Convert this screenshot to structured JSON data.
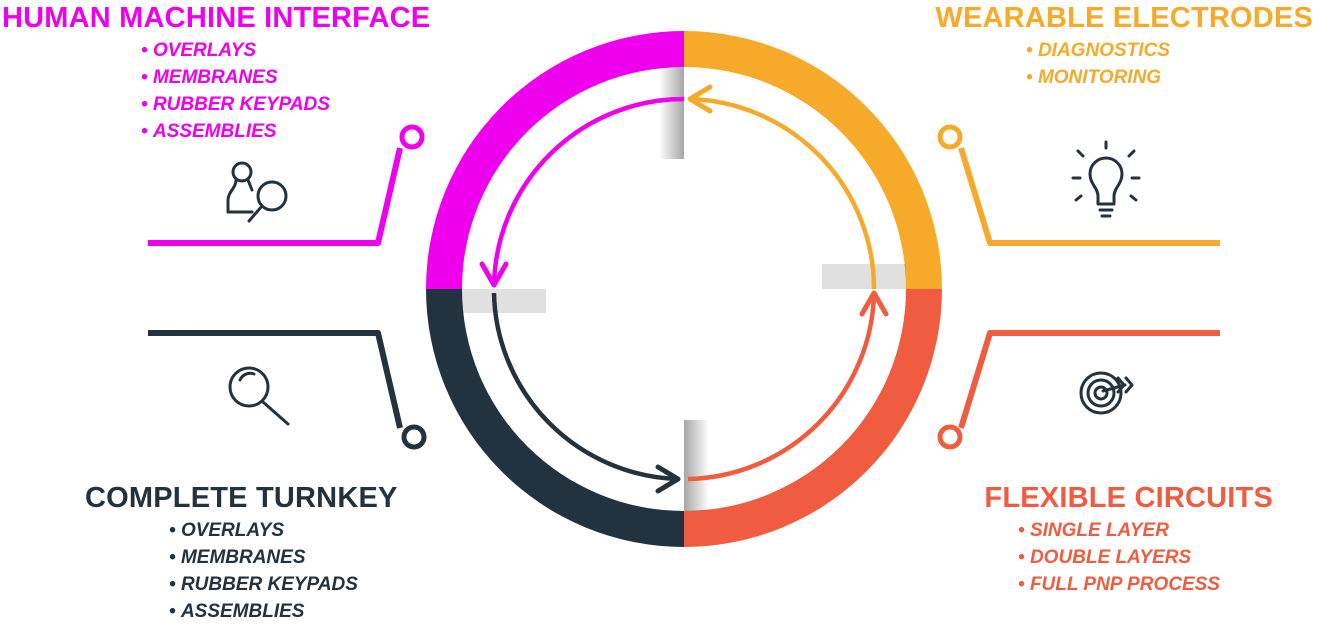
{
  "colors": {
    "magenta": "#ee00ee",
    "orange": "#f7aa2a",
    "coral": "#f05c3f",
    "navy": "#23323f"
  },
  "sections": {
    "hmi": {
      "title": "HUMAN MACHINE INTERFACE",
      "icon": "person-search-icon",
      "items": [
        "OVERLAYS",
        "MEMBRANES",
        "RUBBER KEYPADS",
        "ASSEMBLIES"
      ]
    },
    "wearable": {
      "title": "WEARABLE ELECTRODES",
      "icon": "lightbulb-icon",
      "items": [
        "DIAGNOSTICS",
        "MONITORING"
      ]
    },
    "turnkey": {
      "title": "COMPLETE TURNKEY",
      "icon": "magnifier-icon",
      "items": [
        "OVERLAYS",
        "MEMBRANES",
        "RUBBER KEYPADS",
        "ASSEMBLIES"
      ]
    },
    "flex": {
      "title": "FLEXIBLE CIRCUITS",
      "icon": "target-icon",
      "items": [
        "SINGLE LAYER",
        "DOUBLE LAYERS",
        "FULL PNP PROCESS"
      ]
    }
  }
}
